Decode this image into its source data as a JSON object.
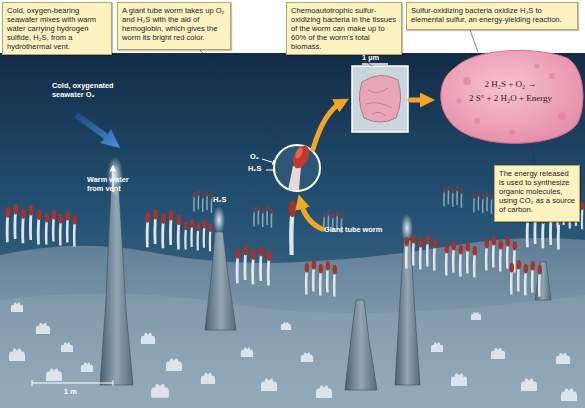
{
  "diagram": {
    "nodes": [
      {
        "text": [
          "Cold, oxygen-bearing seawater mixes with warm water carrying hydrogen sulfide, H₂S, from a hydrothermal vent."
        ]
      },
      {
        "text": [
          "A giant tube worm takes up O₂ and H₂S with the aid of hemoglobin, which gives the worm its bright red color."
        ]
      },
      {
        "text": [
          "Chemoautotrophic sulfur-oxidizing bacteria in the tissues of the worm can make up to 60% of the worm's total biomass."
        ]
      },
      {
        "text": [
          "Sulfur-oxidizing bacteria oxidize H₂S to elemental sulfur, an energy-yielding reaction."
        ]
      },
      {
        "text": [
          "2 H₂S + O₂ →",
          "2 S° + 2 H₂O + Energy"
        ]
      },
      {
        "text": [
          "The energy released is used to synthesize organic molecules, using CO₂ as a source of carbon."
        ]
      }
    ],
    "labels": [
      "1 µm",
      "Cold, oxygenated seawater O₂",
      "Warm water from vent",
      "O₂",
      "H₂S",
      "H₂S",
      "Giant tube worm",
      "1 m"
    ]
  }
}
